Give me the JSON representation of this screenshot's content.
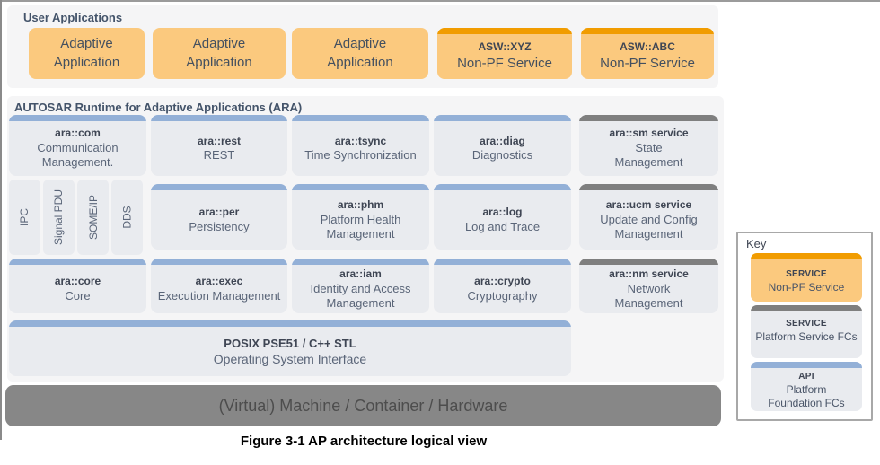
{
  "caption": "Figure 3-1 AP architecture logical view",
  "user_applications": {
    "header": "User Applications",
    "apps": [
      {
        "label": "Adaptive\nApplication"
      },
      {
        "label": "Adaptive\nApplication"
      },
      {
        "label": "Adaptive\nApplication"
      }
    ],
    "services": [
      {
        "title": "ASW::XYZ",
        "subtitle": "Non-PF Service"
      },
      {
        "title": "ASW::ABC",
        "subtitle": "Non-PF Service"
      }
    ]
  },
  "ara": {
    "header": "AUTOSAR Runtime for Adaptive Applications (ARA)",
    "grid": {
      "row1": [
        {
          "title": "ara::com",
          "subtitle": "Communication\nManagement."
        },
        {
          "title": "ara::rest",
          "subtitle": "REST"
        },
        {
          "title": "ara::tsync",
          "subtitle": "Time Synchronization"
        },
        {
          "title": "ara::diag",
          "subtitle": "Diagnostics"
        },
        {
          "title": "ara::sm service",
          "subtitle": "State\nManagement"
        }
      ],
      "row2": [
        {
          "title": "ara::per",
          "subtitle": "Persistency"
        },
        {
          "title": "ara::phm",
          "subtitle": "Platform Health\nManagement"
        },
        {
          "title": "ara::log",
          "subtitle": "Log and Trace"
        },
        {
          "title": "ara::ucm service",
          "subtitle": "Update and Config\nManagement"
        }
      ],
      "row3": [
        {
          "title": "ara::core",
          "subtitle": "Core"
        },
        {
          "title": "ara::exec",
          "subtitle": "Execution Management"
        },
        {
          "title": "ara::iam",
          "subtitle": "Identity and Access\nManagement"
        },
        {
          "title": "ara::crypto",
          "subtitle": "Cryptography"
        },
        {
          "title": "ara::nm service",
          "subtitle": "Network\nManagement"
        }
      ]
    },
    "transports": [
      "IPC",
      "Signal PDU",
      "SOME/IP",
      "DDS"
    ],
    "posix": {
      "title": "POSIX PSE51 / C++ STL",
      "subtitle": "Operating System Interface"
    }
  },
  "machine_bar": {
    "label": "(Virtual) Machine / Container / Hardware"
  },
  "key": {
    "header": "Key",
    "items": [
      {
        "tag": "SERVICE",
        "label": "Non-PF Service"
      },
      {
        "tag": "SERVICE",
        "label": "Platform Service FCs"
      },
      {
        "tag": "API",
        "label": "Platform\nFoundation FCs"
      }
    ]
  },
  "colors": {
    "non_pf_fill": "#fbc97e",
    "non_pf_cap": "#f19c00",
    "foundation_cap": "#93b0d7",
    "service_cap": "#7f7f7f",
    "box_fill": "#e9ebef",
    "machine_bar": "#878787",
    "header_text": "#44546a"
  }
}
